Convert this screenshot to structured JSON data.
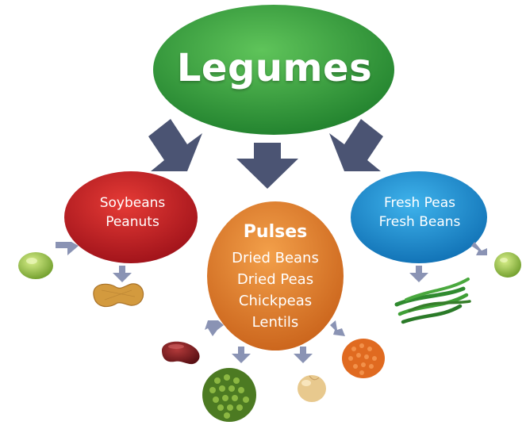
{
  "diagram": {
    "title": "Legumes",
    "left_node": {
      "items": [
        "Soybeans",
        "Peanuts"
      ]
    },
    "center_node": {
      "title": "Pulses",
      "items": [
        "Dried Beans",
        "Dried Peas",
        "Chickpeas",
        "Lentils"
      ]
    },
    "right_node": {
      "items": [
        "Fresh Peas",
        "Fresh Beans"
      ]
    }
  },
  "colors": {
    "root": "#2f9e3b",
    "left": "#c8202a",
    "center": "#e4802a",
    "right": "#1c8fd4",
    "arrow": "#4b5473",
    "small_arrow": "#8a93b4"
  }
}
